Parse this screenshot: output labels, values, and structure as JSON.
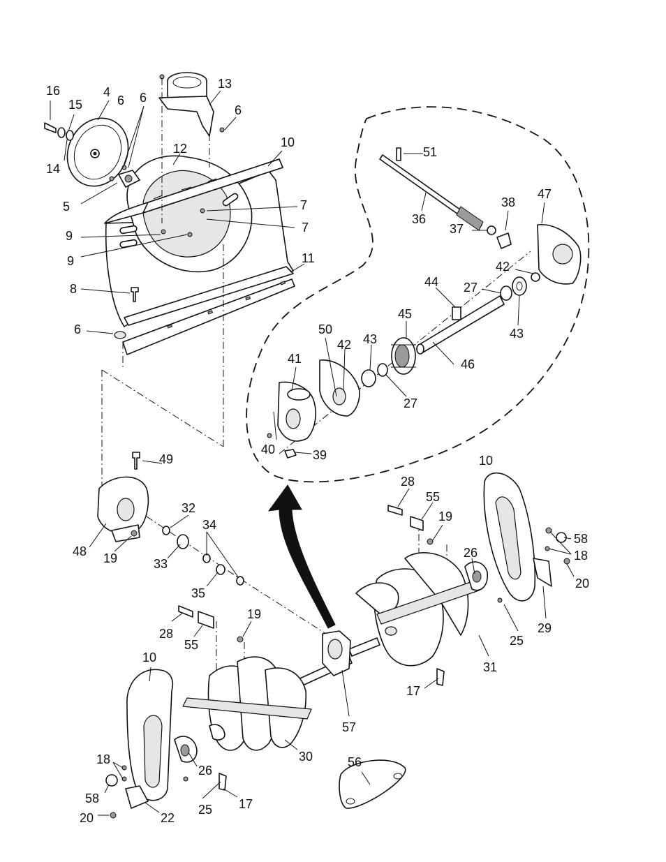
{
  "diagram": {
    "part_labels": [
      "16",
      "15",
      "4",
      "14",
      "5",
      "6",
      "6",
      "13",
      "6",
      "12",
      "10",
      "7",
      "9",
      "7",
      "9",
      "11",
      "8",
      "6",
      "51",
      "36",
      "38",
      "37",
      "47",
      "42",
      "44",
      "27",
      "43",
      "45",
      "50",
      "42",
      "43",
      "46",
      "41",
      "27",
      "40",
      "39",
      "28",
      "55",
      "10",
      "19",
      "58",
      "18",
      "26",
      "20",
      "29",
      "25",
      "31",
      "17",
      "57",
      "19",
      "49",
      "32",
      "34",
      "48",
      "19",
      "33",
      "35",
      "28",
      "55",
      "10",
      "30",
      "18",
      "26",
      "58",
      "25",
      "17",
      "20",
      "22",
      "56"
    ]
  }
}
